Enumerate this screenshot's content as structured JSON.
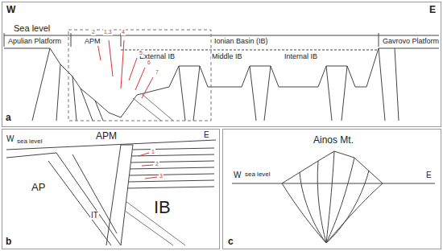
{
  "diagram": {
    "labels": [
      "W",
      "E",
      "Sea level",
      "Apulian Platform",
      "APM",
      "Ionian Basin (IB)",
      "Gavrovo Platform",
      "External IB",
      "Middle IB",
      "Internal IB",
      "2",
      "1,3",
      "4",
      "5",
      "6",
      "7",
      "a",
      "W",
      "sea level",
      "APM",
      "E",
      "AP",
      "IT",
      "IB",
      "1",
      "2",
      "3",
      "b",
      "Ainos Mt.",
      "W",
      "sea level",
      "E",
      "c"
    ]
  }
}
